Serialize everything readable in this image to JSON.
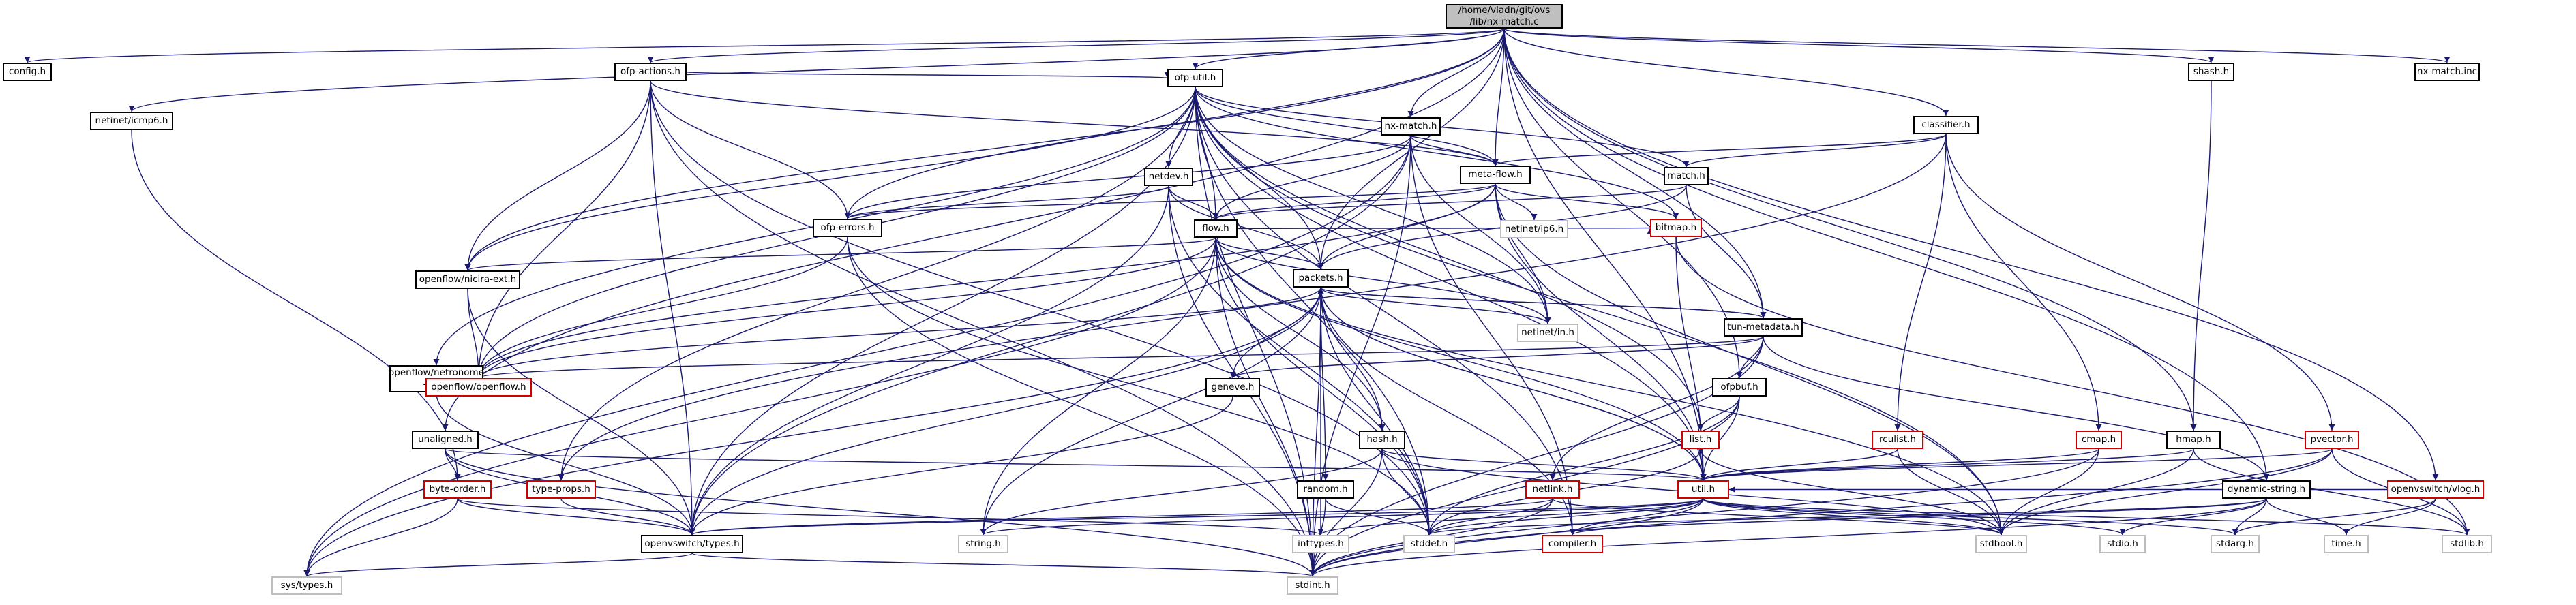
{
  "colors": {
    "edge": "#191970",
    "node_border": "#000000",
    "incomplete_border": "#d00000",
    "external_border": "#bdbdbd",
    "root_fill": "#bfbfbf"
  },
  "nodes": [
    {
      "id": "root",
      "label": "/home/vladn/git/ovs\n/lib/nx-match.c",
      "kind": "root"
    },
    {
      "id": "config",
      "label": "config.h",
      "kind": "normal"
    },
    {
      "id": "netinet_icmp6",
      "label": "netinet/icmp6.h",
      "kind": "normal"
    },
    {
      "id": "ofp_actions",
      "label": "ofp-actions.h",
      "kind": "normal"
    },
    {
      "id": "ofp_util",
      "label": "ofp-util.h",
      "kind": "normal"
    },
    {
      "id": "nx_match_h",
      "label": "nx-match.h",
      "kind": "normal"
    },
    {
      "id": "classifier",
      "label": "classifier.h",
      "kind": "normal"
    },
    {
      "id": "shash",
      "label": "shash.h",
      "kind": "normal"
    },
    {
      "id": "nx_match_inc",
      "label": "nx-match.inc",
      "kind": "normal"
    },
    {
      "id": "netdev",
      "label": "netdev.h",
      "kind": "normal"
    },
    {
      "id": "meta_flow",
      "label": "meta-flow.h",
      "kind": "normal"
    },
    {
      "id": "match",
      "label": "match.h",
      "kind": "normal"
    },
    {
      "id": "ofp_errors",
      "label": "ofp-errors.h",
      "kind": "normal"
    },
    {
      "id": "flow",
      "label": "flow.h",
      "kind": "normal"
    },
    {
      "id": "netinet_ip6",
      "label": "netinet/ip6.h",
      "kind": "grey"
    },
    {
      "id": "bitmap",
      "label": "bitmap.h",
      "kind": "red"
    },
    {
      "id": "nicira_ext",
      "label": "openflow/nicira-ext.h",
      "kind": "normal"
    },
    {
      "id": "packets",
      "label": "packets.h",
      "kind": "normal"
    },
    {
      "id": "netinet_in",
      "label": "netinet/in.h",
      "kind": "grey"
    },
    {
      "id": "tun_metadata",
      "label": "tun-metadata.h",
      "kind": "normal"
    },
    {
      "id": "netronome",
      "label": "openflow/netronome\n-ext.h",
      "kind": "normal"
    },
    {
      "id": "openflow_h",
      "label": "openflow/openflow.h",
      "kind": "red"
    },
    {
      "id": "geneve",
      "label": "geneve.h",
      "kind": "normal"
    },
    {
      "id": "ofpbuf",
      "label": "ofpbuf.h",
      "kind": "normal"
    },
    {
      "id": "unaligned",
      "label": "unaligned.h",
      "kind": "normal"
    },
    {
      "id": "hash",
      "label": "hash.h",
      "kind": "normal"
    },
    {
      "id": "list",
      "label": "list.h",
      "kind": "red"
    },
    {
      "id": "rculist",
      "label": "rculist.h",
      "kind": "red"
    },
    {
      "id": "cmap",
      "label": "cmap.h",
      "kind": "red"
    },
    {
      "id": "hmap",
      "label": "hmap.h",
      "kind": "normal"
    },
    {
      "id": "pvector",
      "label": "pvector.h",
      "kind": "red"
    },
    {
      "id": "vlog",
      "label": "openvswitch/vlog.h",
      "kind": "red"
    },
    {
      "id": "byte_order",
      "label": "byte-order.h",
      "kind": "red"
    },
    {
      "id": "type_props",
      "label": "type-props.h",
      "kind": "red"
    },
    {
      "id": "random",
      "label": "random.h",
      "kind": "normal"
    },
    {
      "id": "netlink",
      "label": "netlink.h",
      "kind": "red"
    },
    {
      "id": "util",
      "label": "util.h",
      "kind": "red"
    },
    {
      "id": "dynamic_string",
      "label": "dynamic-string.h",
      "kind": "normal"
    },
    {
      "id": "ovs_types",
      "label": "openvswitch/types.h",
      "kind": "normal"
    },
    {
      "id": "string_h",
      "label": "string.h",
      "kind": "grey"
    },
    {
      "id": "inttypes",
      "label": "inttypes.h",
      "kind": "grey"
    },
    {
      "id": "stddef",
      "label": "stddef.h",
      "kind": "grey"
    },
    {
      "id": "compiler",
      "label": "compiler.h",
      "kind": "red"
    },
    {
      "id": "stdbool",
      "label": "stdbool.h",
      "kind": "grey"
    },
    {
      "id": "stdio",
      "label": "stdio.h",
      "kind": "grey"
    },
    {
      "id": "stdarg",
      "label": "stdarg.h",
      "kind": "grey"
    },
    {
      "id": "time_h",
      "label": "time.h",
      "kind": "grey"
    },
    {
      "id": "stdlib",
      "label": "stdlib.h",
      "kind": "grey"
    },
    {
      "id": "sys_types",
      "label": "sys/types.h",
      "kind": "grey"
    },
    {
      "id": "stdint",
      "label": "stdint.h",
      "kind": "grey"
    }
  ],
  "edges": [
    [
      "root",
      "config"
    ],
    [
      "root",
      "netinet_icmp6"
    ],
    [
      "root",
      "ofp_actions"
    ],
    [
      "root",
      "ofp_util"
    ],
    [
      "root",
      "nx_match_h"
    ],
    [
      "root",
      "classifier"
    ],
    [
      "root",
      "shash"
    ],
    [
      "root",
      "nx_match_inc"
    ],
    [
      "root",
      "meta_flow"
    ],
    [
      "root",
      "ofp_errors"
    ],
    [
      "root",
      "packets"
    ],
    [
      "root",
      "tun_metadata"
    ],
    [
      "root",
      "ofpbuf"
    ],
    [
      "root",
      "hmap"
    ],
    [
      "root",
      "dynamic_string"
    ],
    [
      "root",
      "vlog"
    ],
    [
      "root",
      "unaligned"
    ],
    [
      "root",
      "nicira_ext"
    ],
    [
      "root",
      "util"
    ],
    [
      "netinet_icmp6",
      "byte_order"
    ],
    [
      "ofp_actions",
      "ofp_util"
    ],
    [
      "ofp_actions",
      "meta_flow"
    ],
    [
      "ofp_actions",
      "ofp_errors"
    ],
    [
      "ofp_actions",
      "nicira_ext"
    ],
    [
      "ofp_actions",
      "openflow_h"
    ],
    [
      "ofp_actions",
      "stddef"
    ],
    [
      "ofp_actions",
      "stdint"
    ],
    [
      "ofp_actions",
      "ovs_types"
    ],
    [
      "ofp_util",
      "netdev"
    ],
    [
      "ofp_util",
      "flow"
    ],
    [
      "ofp_util",
      "match"
    ],
    [
      "ofp_util",
      "meta_flow"
    ],
    [
      "ofp_util",
      "bitmap"
    ],
    [
      "ofp_util",
      "packets"
    ],
    [
      "ofp_util",
      "nicira_ext"
    ],
    [
      "ofp_util",
      "netronome"
    ],
    [
      "ofp_util",
      "openflow_h"
    ],
    [
      "ofp_util",
      "ovs_types"
    ],
    [
      "ofp_util",
      "type_props"
    ],
    [
      "ofp_util",
      "util"
    ],
    [
      "ofp_util",
      "stddef"
    ],
    [
      "ofp_util",
      "stdbool"
    ],
    [
      "ofp_util",
      "stdint"
    ],
    [
      "ofp_util",
      "netinet_in"
    ],
    [
      "ofp_util",
      "list"
    ],
    [
      "ofp_util",
      "compiler"
    ],
    [
      "nx_match_h",
      "flow"
    ],
    [
      "nx_match_h",
      "meta_flow"
    ],
    [
      "nx_match_h",
      "ofp_errors"
    ],
    [
      "nx_match_h",
      "ovs_types"
    ],
    [
      "nx_match_h",
      "sys_types"
    ],
    [
      "nx_match_h",
      "stdint"
    ],
    [
      "nx_match_h",
      "netinet_in"
    ],
    [
      "nx_match_h",
      "compiler"
    ],
    [
      "classifier",
      "meta_flow"
    ],
    [
      "classifier",
      "match"
    ],
    [
      "classifier",
      "cmap"
    ],
    [
      "classifier",
      "pvector"
    ],
    [
      "classifier",
      "rculist"
    ],
    [
      "classifier",
      "type_props"
    ],
    [
      "shash",
      "hmap"
    ],
    [
      "netdev",
      "flow"
    ],
    [
      "netdev",
      "packets"
    ],
    [
      "netdev",
      "ofp_errors"
    ],
    [
      "netdev",
      "ovs_types"
    ],
    [
      "netdev",
      "stddef"
    ],
    [
      "netdev",
      "stdint"
    ],
    [
      "meta_flow",
      "flow"
    ],
    [
      "meta_flow",
      "netinet_ip6"
    ],
    [
      "meta_flow",
      "netinet_in"
    ],
    [
      "meta_flow",
      "bitmap"
    ],
    [
      "meta_flow",
      "packets"
    ],
    [
      "meta_flow",
      "util"
    ],
    [
      "meta_flow",
      "ofp_errors"
    ],
    [
      "meta_flow",
      "openflow_h"
    ],
    [
      "meta_flow",
      "stdbool"
    ],
    [
      "match",
      "flow"
    ],
    [
      "match",
      "packets"
    ],
    [
      "match",
      "tun_metadata"
    ],
    [
      "ofp_errors",
      "openflow_h"
    ],
    [
      "ofp_errors",
      "stdint"
    ],
    [
      "ofp_errors",
      "stddef"
    ],
    [
      "flow",
      "packets"
    ],
    [
      "flow",
      "bitmap"
    ],
    [
      "flow",
      "hash"
    ],
    [
      "flow",
      "util"
    ],
    [
      "flow",
      "nicira_ext"
    ],
    [
      "flow",
      "openflow_h"
    ],
    [
      "flow",
      "sys_types"
    ],
    [
      "flow",
      "string_h"
    ],
    [
      "flow",
      "stdint"
    ],
    [
      "flow",
      "stdbool"
    ],
    [
      "flow",
      "netinet_in"
    ],
    [
      "flow",
      "stddef"
    ],
    [
      "bitmap",
      "util"
    ],
    [
      "bitmap",
      "stdlib"
    ],
    [
      "nicira_ext",
      "openflow_h"
    ],
    [
      "nicira_ext",
      "ovs_types"
    ],
    [
      "packets",
      "tun_metadata"
    ],
    [
      "packets",
      "geneve"
    ],
    [
      "packets",
      "hash"
    ],
    [
      "packets",
      "random"
    ],
    [
      "packets",
      "util"
    ],
    [
      "packets",
      "netinet_in"
    ],
    [
      "packets",
      "openflow_h"
    ],
    [
      "packets",
      "ovs_types"
    ],
    [
      "packets",
      "string_h"
    ],
    [
      "packets",
      "inttypes"
    ],
    [
      "packets",
      "sys_types"
    ],
    [
      "packets",
      "stdint"
    ],
    [
      "packets",
      "compiler"
    ],
    [
      "packets",
      "stddef"
    ],
    [
      "tun_metadata",
      "ofpbuf"
    ],
    [
      "tun_metadata",
      "geneve"
    ],
    [
      "tun_metadata",
      "netlink"
    ],
    [
      "tun_metadata",
      "openflow_h"
    ],
    [
      "tun_metadata",
      "dynamic_string"
    ],
    [
      "tun_metadata",
      "stdint"
    ],
    [
      "tun_metadata",
      "packets"
    ],
    [
      "netronome",
      "openflow_h"
    ],
    [
      "netronome",
      "ovs_types"
    ],
    [
      "geneve",
      "ovs_types"
    ],
    [
      "ofpbuf",
      "list"
    ],
    [
      "ofpbuf",
      "util"
    ],
    [
      "ofpbuf",
      "stddef"
    ],
    [
      "ofpbuf",
      "stdint"
    ],
    [
      "unaligned",
      "byte_order"
    ],
    [
      "unaligned",
      "util"
    ],
    [
      "unaligned",
      "ovs_types"
    ],
    [
      "unaligned",
      "stdint"
    ],
    [
      "hash",
      "util"
    ],
    [
      "hash",
      "string_h"
    ],
    [
      "hash",
      "stdbool"
    ],
    [
      "hash",
      "stddef"
    ],
    [
      "hash",
      "stdint"
    ],
    [
      "list",
      "util"
    ],
    [
      "list",
      "stdbool"
    ],
    [
      "list",
      "stddef"
    ],
    [
      "rculist",
      "util"
    ],
    [
      "rculist",
      "stdbool"
    ],
    [
      "cmap",
      "util"
    ],
    [
      "cmap",
      "stdbool"
    ],
    [
      "cmap",
      "stdint"
    ],
    [
      "hmap",
      "util"
    ],
    [
      "hmap",
      "stdbool"
    ],
    [
      "hmap",
      "stdlib"
    ],
    [
      "pvector",
      "util"
    ],
    [
      "pvector",
      "stdbool"
    ],
    [
      "pvector",
      "stdlib"
    ],
    [
      "pvector",
      "stdint"
    ],
    [
      "vlog",
      "util"
    ],
    [
      "vlog",
      "time_h"
    ],
    [
      "vlog",
      "stdarg"
    ],
    [
      "byte_order",
      "ovs_types"
    ],
    [
      "byte_order",
      "inttypes"
    ],
    [
      "byte_order",
      "sys_types"
    ],
    [
      "type_props",
      "ovs_types"
    ],
    [
      "random",
      "stddef"
    ],
    [
      "random",
      "stdint"
    ],
    [
      "netlink",
      "ovs_types"
    ],
    [
      "netlink",
      "stddef"
    ],
    [
      "netlink",
      "stdbool"
    ],
    [
      "netlink",
      "stdint"
    ],
    [
      "util",
      "ovs_types"
    ],
    [
      "util",
      "compiler"
    ],
    [
      "util",
      "stddef"
    ],
    [
      "util",
      "stdbool"
    ],
    [
      "util",
      "stdio"
    ],
    [
      "util",
      "stdarg"
    ],
    [
      "util",
      "stdlib"
    ],
    [
      "util",
      "stdint"
    ],
    [
      "util",
      "string_h"
    ],
    [
      "util",
      "inttypes"
    ],
    [
      "util",
      "packets"
    ],
    [
      "dynamic_string",
      "compiler"
    ],
    [
      "dynamic_string",
      "stddef"
    ],
    [
      "dynamic_string",
      "stdarg"
    ],
    [
      "dynamic_string",
      "stdio"
    ],
    [
      "dynamic_string",
      "stdint"
    ],
    [
      "dynamic_string",
      "time_h"
    ],
    [
      "ovs_types",
      "sys_types"
    ],
    [
      "ovs_types",
      "stdint"
    ]
  ]
}
